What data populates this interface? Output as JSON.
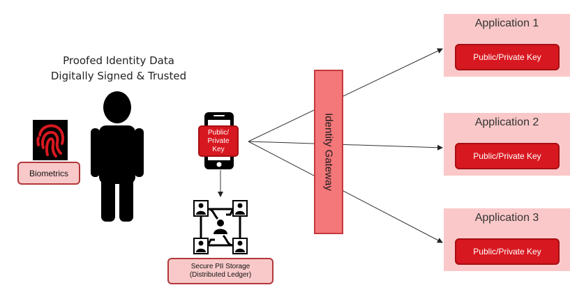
{
  "heading": {
    "line1": "Proofed Identity Data",
    "line2": "Digitally Signed & Trusted"
  },
  "biometrics": {
    "label": "Biometrics",
    "icon": "fingerprint-icon"
  },
  "person": {
    "icon": "person-silhouette-icon"
  },
  "phone": {
    "key_line1": "Public/",
    "key_line2": "Private",
    "key_line3": "Key",
    "icon": "smartphone-icon"
  },
  "storage": {
    "line1": "Secure PII Storage",
    "line2": "(Distributed Ledger)",
    "icon": "distributed-network-icon"
  },
  "gateway": {
    "label": "Identity Gateway"
  },
  "applications": [
    {
      "title": "Application 1",
      "key_label": "Public/Private Key"
    },
    {
      "title": "Application 2",
      "key_label": "Public/Private Key"
    },
    {
      "title": "Application 3",
      "key_label": "Public/Private Key"
    }
  ],
  "colors": {
    "accent_red": "#d81820",
    "light_pink": "#fac8c8",
    "gateway_pink": "#f4777a",
    "border_red": "#b2373a"
  }
}
